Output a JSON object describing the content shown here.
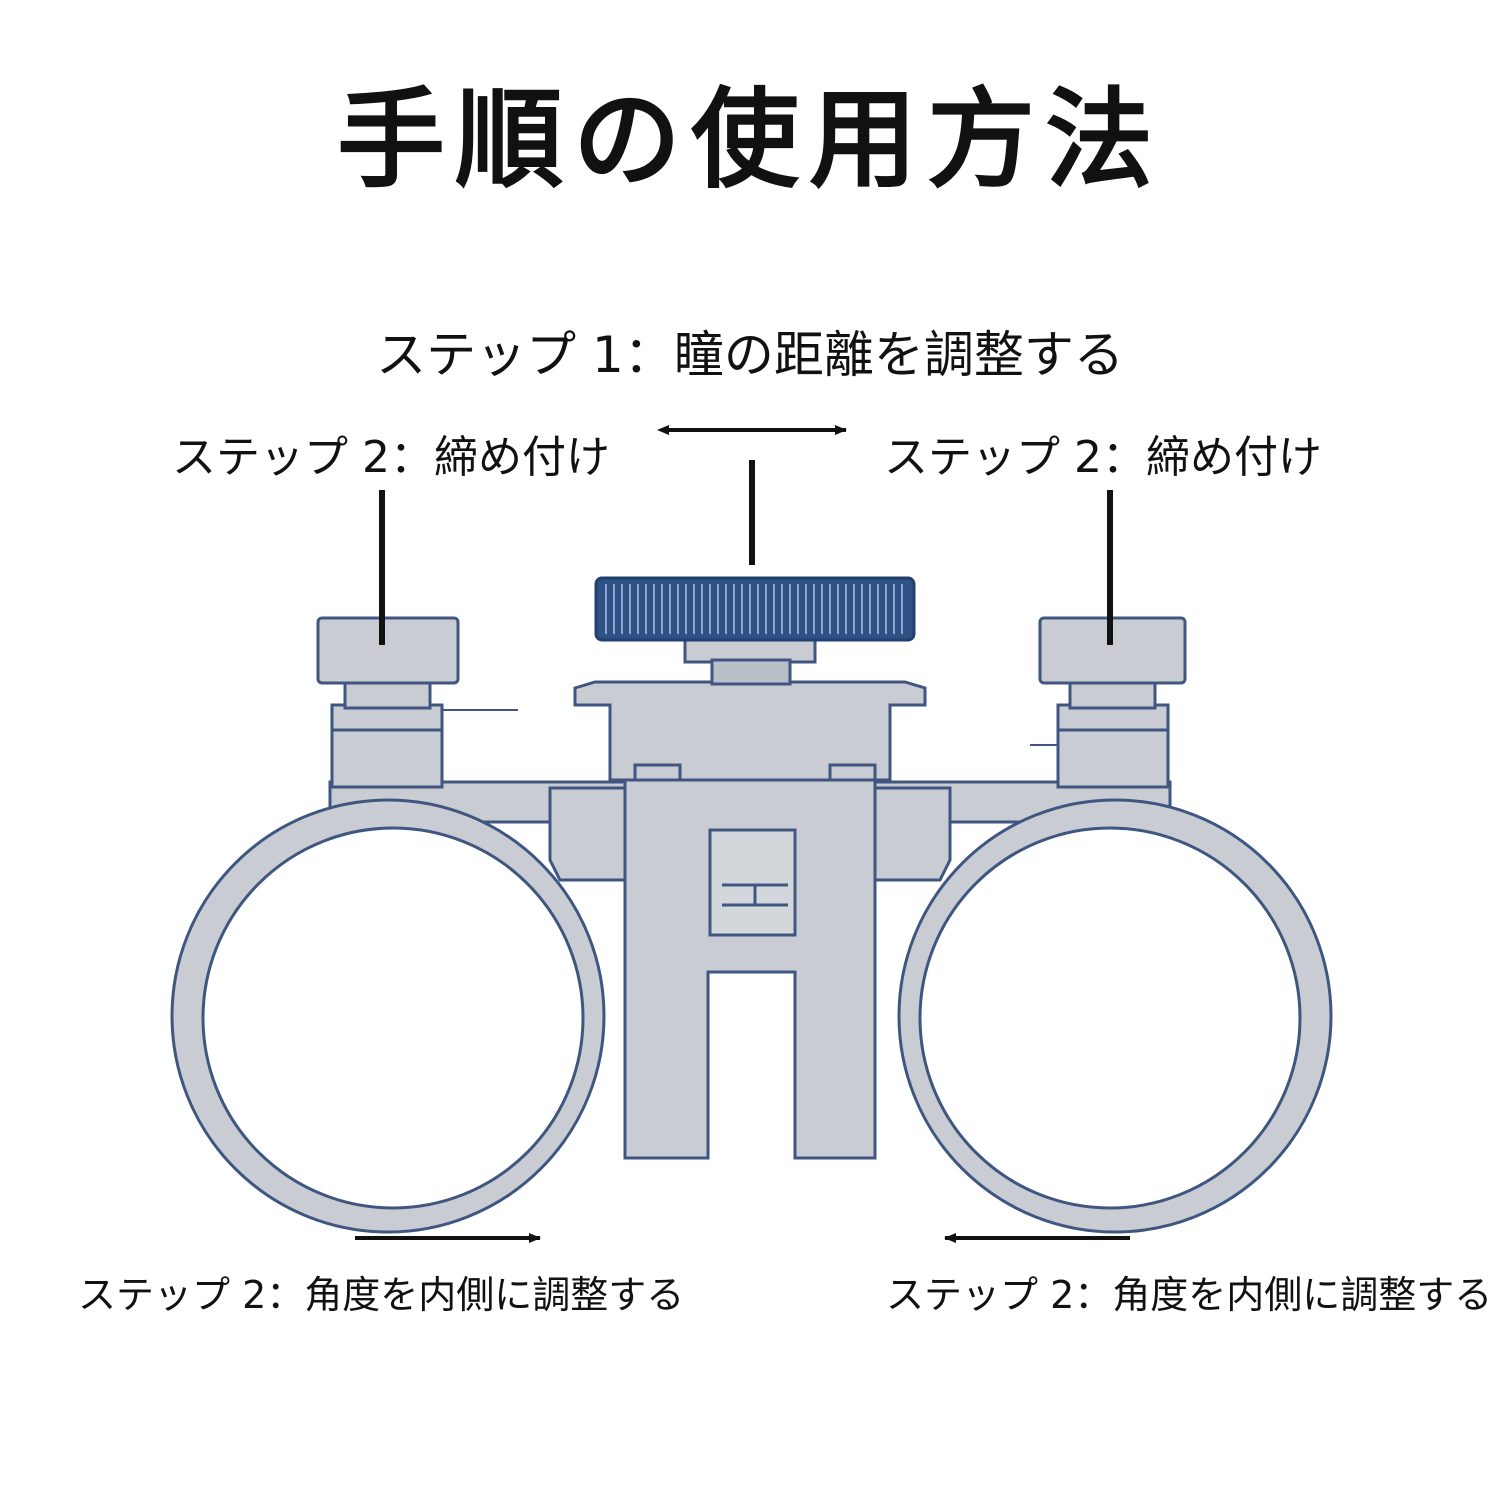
{
  "title": "手順の使用方法",
  "labels": {
    "step1": "ステップ 1：瞳の距離を調整する",
    "step2_tighten_left": "ステップ 2：締め付け",
    "step2_tighten_right": "ステップ 2：締め付け",
    "step2_angle_left": "ステップ 2：角度を内側に調整する",
    "step2_angle_right": "ステップ 2：角度を内側に調整する"
  },
  "colors": {
    "outline": "#3e5680",
    "fill": "#c9ccd2",
    "knob": "#2e5186",
    "annotation": "#111111"
  }
}
